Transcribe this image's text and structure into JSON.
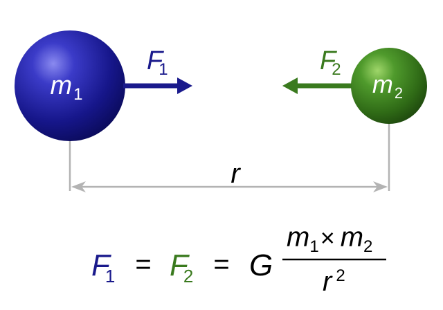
{
  "colors": {
    "mass1": "#1a1a8c",
    "mass2": "#3a7a1e",
    "guide": "#b3b3b3",
    "text": "#000000",
    "label": "#ffffff"
  },
  "mass1": {
    "label": {
      "symbol": "m",
      "subscript": "1"
    },
    "force": {
      "symbol": "F",
      "subscript": "1"
    }
  },
  "mass2": {
    "label": {
      "symbol": "m",
      "subscript": "2"
    },
    "force": {
      "symbol": "F",
      "subscript": "2"
    }
  },
  "distance": {
    "label": "r"
  },
  "formula": {
    "lhs": {
      "symbol": "F",
      "subscript": "1"
    },
    "middle": {
      "symbol": "F",
      "subscript": "2"
    },
    "equals": "=",
    "constant": "G",
    "numerator": {
      "m1": {
        "symbol": "m",
        "subscript": "1"
      },
      "operator": "×",
      "m2": {
        "symbol": "m",
        "subscript": "2"
      }
    },
    "denominator": {
      "symbol": "r",
      "exponent": "2"
    }
  }
}
